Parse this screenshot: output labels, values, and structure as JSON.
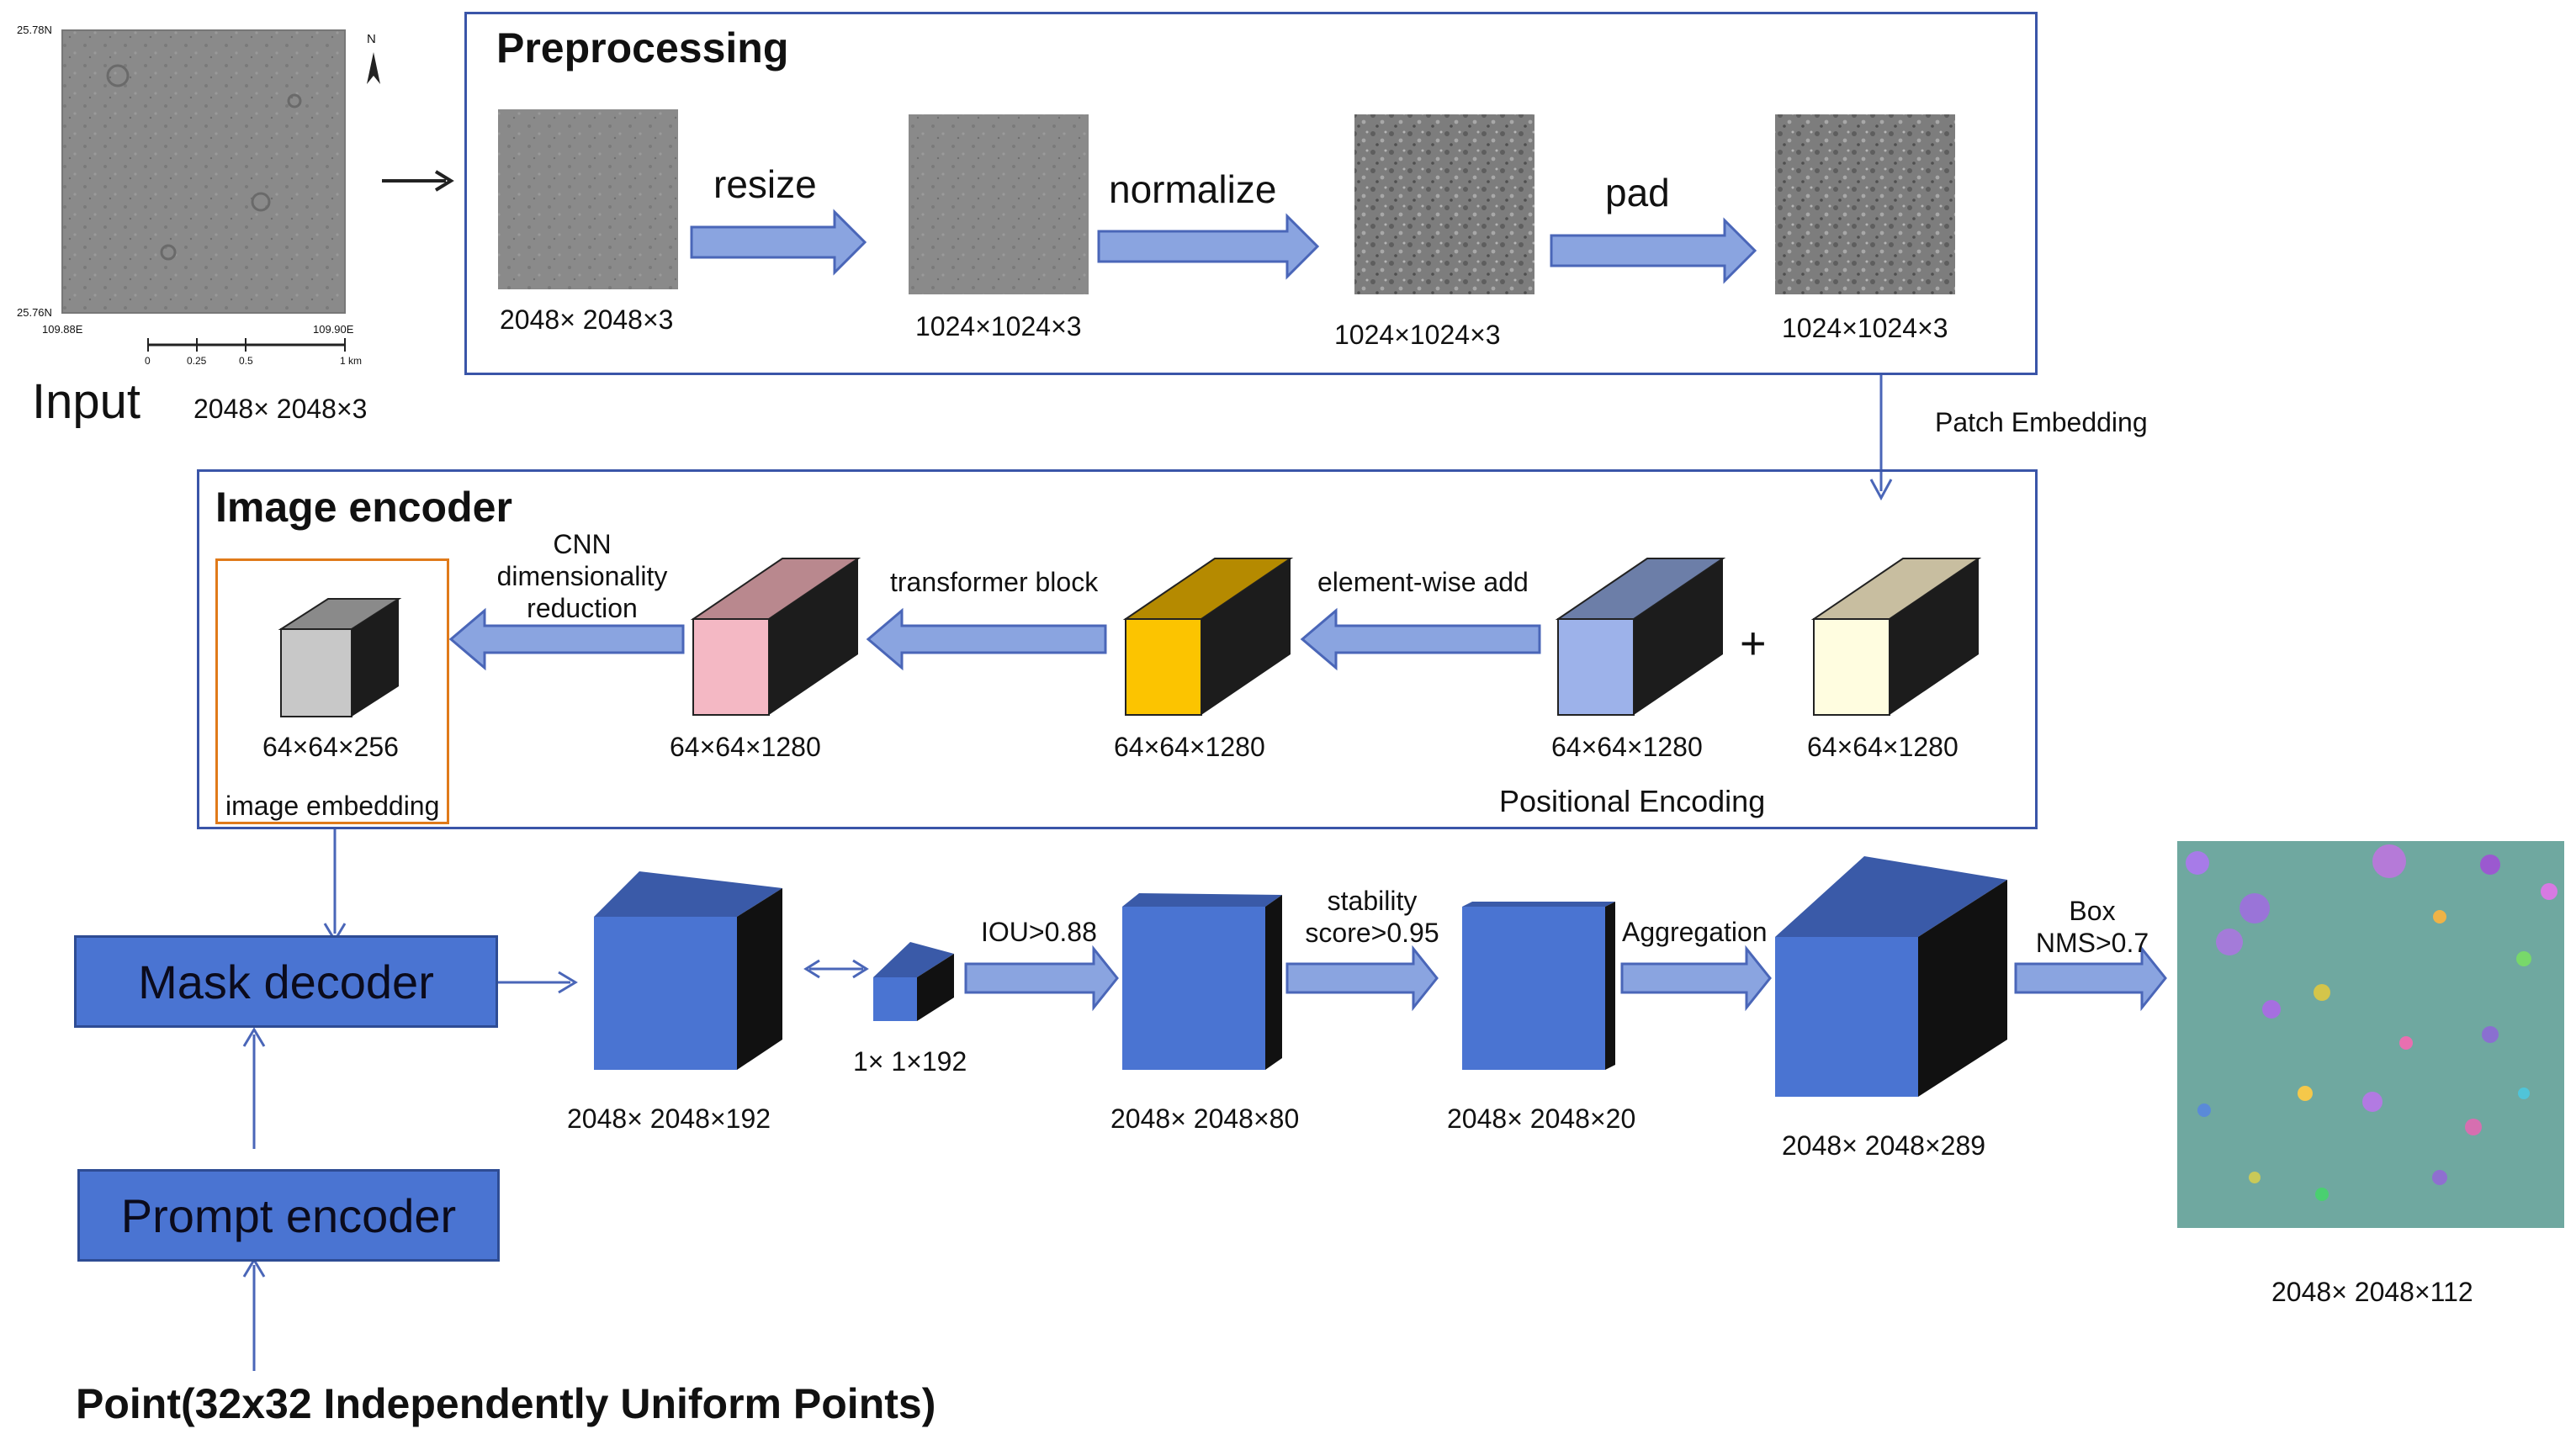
{
  "input": {
    "label": "Input",
    "size": "2048× 2048×3",
    "coords": {
      "top_lat": "25.78N",
      "bottom_lat": "25.76N",
      "left_lon": "109.88E",
      "right_lon": "109.90E",
      "north": "N",
      "scale_ticks": [
        "0",
        "0.25",
        "0.5",
        "1 km"
      ]
    }
  },
  "preprocessing": {
    "title": "Preprocessing",
    "steps": [
      {
        "size": "2048× 2048×3"
      },
      {
        "op": "resize",
        "size": "1024×1024×3"
      },
      {
        "op": "normalize",
        "size": "1024×1024×3"
      },
      {
        "op": "pad",
        "size": "1024×1024×3"
      }
    ]
  },
  "patch_embedding": "Patch Embedding",
  "encoder": {
    "title": "Image encoder",
    "cnn_label": "CNN dimensionality reduction",
    "transformer_label": "transformer block",
    "add_label": "element-wise add",
    "plus": "+",
    "positional_encoding": "Positional Encoding",
    "embedding_size": "64×64×256",
    "embedding_label": "image embedding",
    "sizes": [
      "64×64×1280",
      "64×64×1280",
      "64×64×1280",
      "64×64×1280"
    ]
  },
  "decoder": {
    "mask_decoder": "Mask decoder",
    "prompt_encoder": "Prompt encoder",
    "point_label": "Point(32x32 Independently Uniform Points)",
    "iou_label": "IOU>0.88",
    "stability_label": "stability score>0.95",
    "aggregation_label": "Aggregation",
    "box_nms_label": "Box NMS>0.7",
    "sizes": {
      "masks": "2048× 2048×192",
      "scores": "1× 1×192",
      "after_iou": "2048× 2048×80",
      "after_stability": "2048× 2048×20",
      "aggregated": "2048× 2048×289",
      "output": "2048× 2048×112"
    }
  },
  "colors": {
    "panel_border": "#3a55a8",
    "arrow_fill": "#8aa4e0",
    "cube_blue": "#4a74d2",
    "embedding_border": "#e07a1a",
    "pink": "#f4b8c4",
    "gold": "#fcc400",
    "lavender": "#9db2ea",
    "cream": "#fffde0",
    "gray": "#c8c8c8"
  }
}
